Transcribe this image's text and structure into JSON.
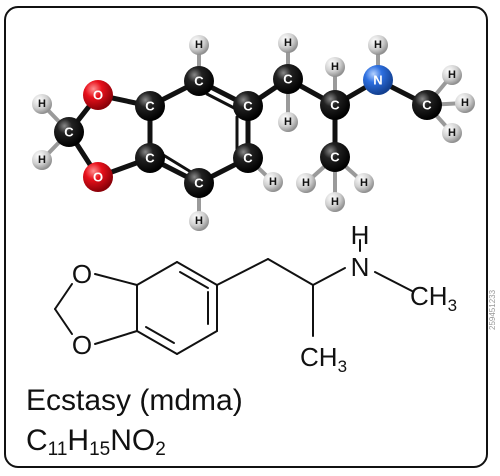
{
  "title": "Ecstasy (mdma)",
  "formula": {
    "c": "C",
    "c_n": "11",
    "h": "H",
    "h_n": "15",
    "rest": "NO",
    "o_n": "2"
  },
  "atoms": {
    "carbon": "C",
    "hydrogen": "H",
    "oxygen": "O",
    "nitrogen": "N"
  },
  "skeletal_labels": {
    "o_top": "O",
    "o_bottom": "O",
    "nh_h": "H",
    "nh_n": "N",
    "ch3_right": "CH",
    "ch3_right_n": "3",
    "ch3_bottom": "CH",
    "ch3_bottom_n": "3"
  },
  "watermark": "259451233",
  "colors": {
    "carbon": "#111111",
    "hydrogen": "#d9d9d9",
    "oxygen": "#e8101b",
    "nitrogen": "#2d6fe0",
    "bond": "#111111"
  }
}
